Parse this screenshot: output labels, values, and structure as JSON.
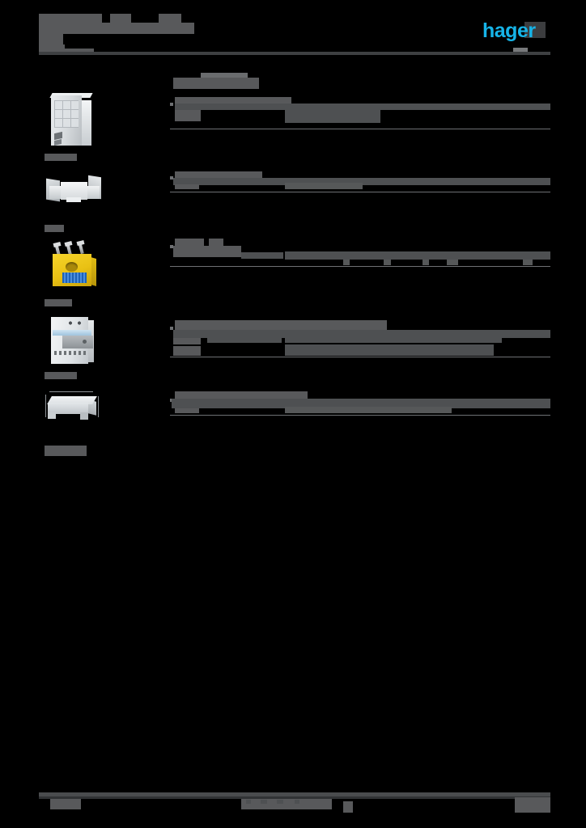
{
  "document": {
    "brand_logo": "hager",
    "brand_color": "#16b4e8",
    "page_background": "#000000",
    "redaction_color": "#58595b"
  },
  "header": {
    "title_line_1": "",
    "title_line_1_part_2": "",
    "title_line_1_part_3": "",
    "subtitle_line": "",
    "title_line_2": "",
    "subtitle_line_2": "",
    "rule_tab_label": "",
    "rule_marker_label": ""
  },
  "image_column": {
    "products": [
      {
        "caption": "",
        "alt": "surface-mount-enclosure"
      },
      {
        "caption": "",
        "alt": "mounting-bracket"
      },
      {
        "caption": "",
        "alt": "yellow-terminal-connector"
      },
      {
        "caption": "",
        "alt": "din-rail-module"
      },
      {
        "caption": "",
        "alt": "terminal-bar"
      }
    ]
  },
  "content": {
    "section_heading": "",
    "section_heading_sub": "",
    "groups": [
      {
        "group_title": "",
        "rows": [
          {
            "code": "",
            "description": "",
            "value_1": "",
            "value_2": ""
          }
        ]
      },
      {
        "group_title": "",
        "rows": [
          {
            "code": "",
            "description": "",
            "value_1": "",
            "value_2": ""
          }
        ]
      },
      {
        "group_title": "",
        "rows": [
          {
            "code": "",
            "description": "",
            "value_1": "",
            "value_2": "",
            "value_3": "",
            "value_4": "",
            "value_5": "",
            "value_6": ""
          }
        ]
      },
      {
        "group_title": "",
        "rows": [
          {
            "code": "",
            "description": "",
            "value_1": "",
            "value_2": ""
          },
          {
            "code": "",
            "description": "",
            "value_1": "",
            "value_2": ""
          }
        ]
      },
      {
        "group_title": "",
        "rows": [
          {
            "code": "",
            "description": "",
            "value_1": "",
            "value_2": ""
          }
        ]
      }
    ]
  },
  "footer": {
    "left_label": "",
    "center_label": "",
    "center_dots": "",
    "right_label": ""
  }
}
